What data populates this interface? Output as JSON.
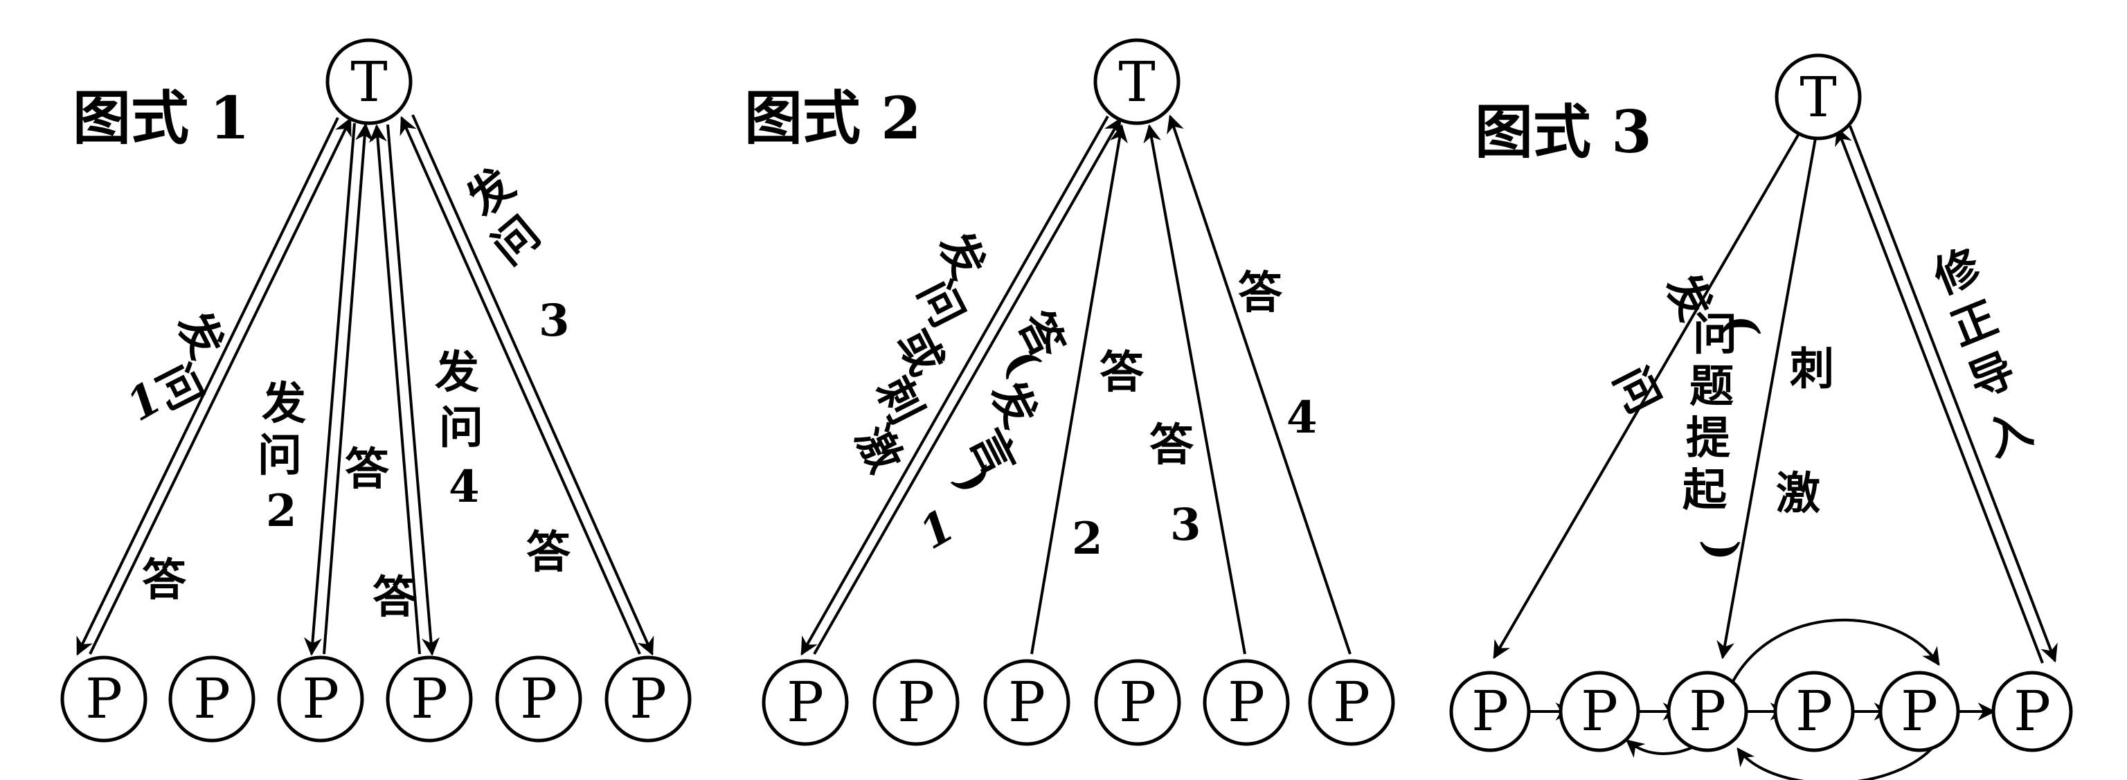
{
  "figures": [
    {
      "title": "图式 1",
      "top_node": "T",
      "bottom_nodes": [
        "P",
        "P",
        "P",
        "P",
        "P",
        "P"
      ],
      "labels": {
        "l1_char1": "发",
        "l1_char2": "问",
        "l1_num": "1",
        "l2_char1": "发",
        "l2_char2": "问",
        "l2_num": "2",
        "l3": "答",
        "l4_char1": "发",
        "l4_char2": "问",
        "l4_num": "4",
        "l5_char1": "发",
        "l5_char2": "问",
        "l5_num": "3",
        "ans_a": "答",
        "ans_b": "答",
        "ans_c": "答"
      }
    },
    {
      "title": "图式 2",
      "top_node": "T",
      "bottom_nodes": [
        "P",
        "P",
        "P",
        "P",
        "P",
        "P"
      ],
      "labels": {
        "q_1": "发",
        "q_2": "问",
        "q_3": "或",
        "q_4": "刺",
        "q_5": "激",
        "a1_1": "答",
        "a1_2": "(",
        "a1_3": "发",
        "a1_4": "言",
        "a1_5": ")",
        "a1_num": "1",
        "a2_char": "答",
        "a2_num": "2",
        "a3_char": "答",
        "a3_num": "3",
        "a4_char": "答",
        "a4_num": "4"
      }
    },
    {
      "title": "图式 3",
      "top_node": "T",
      "bottom_nodes": [
        "P",
        "P",
        "P",
        "P",
        "P",
        "P"
      ],
      "labels": {
        "fw_1": "发",
        "fw_2": "问",
        "q_1": "(",
        "q_2": "问",
        "q_3": "题",
        "q_4": "提",
        "q_5": "起",
        "q_6": ")",
        "c_1": "刺",
        "c_2": "激",
        "x_1": "修",
        "x_2": "正",
        "x_3": "导",
        "x_4": "入"
      }
    }
  ]
}
